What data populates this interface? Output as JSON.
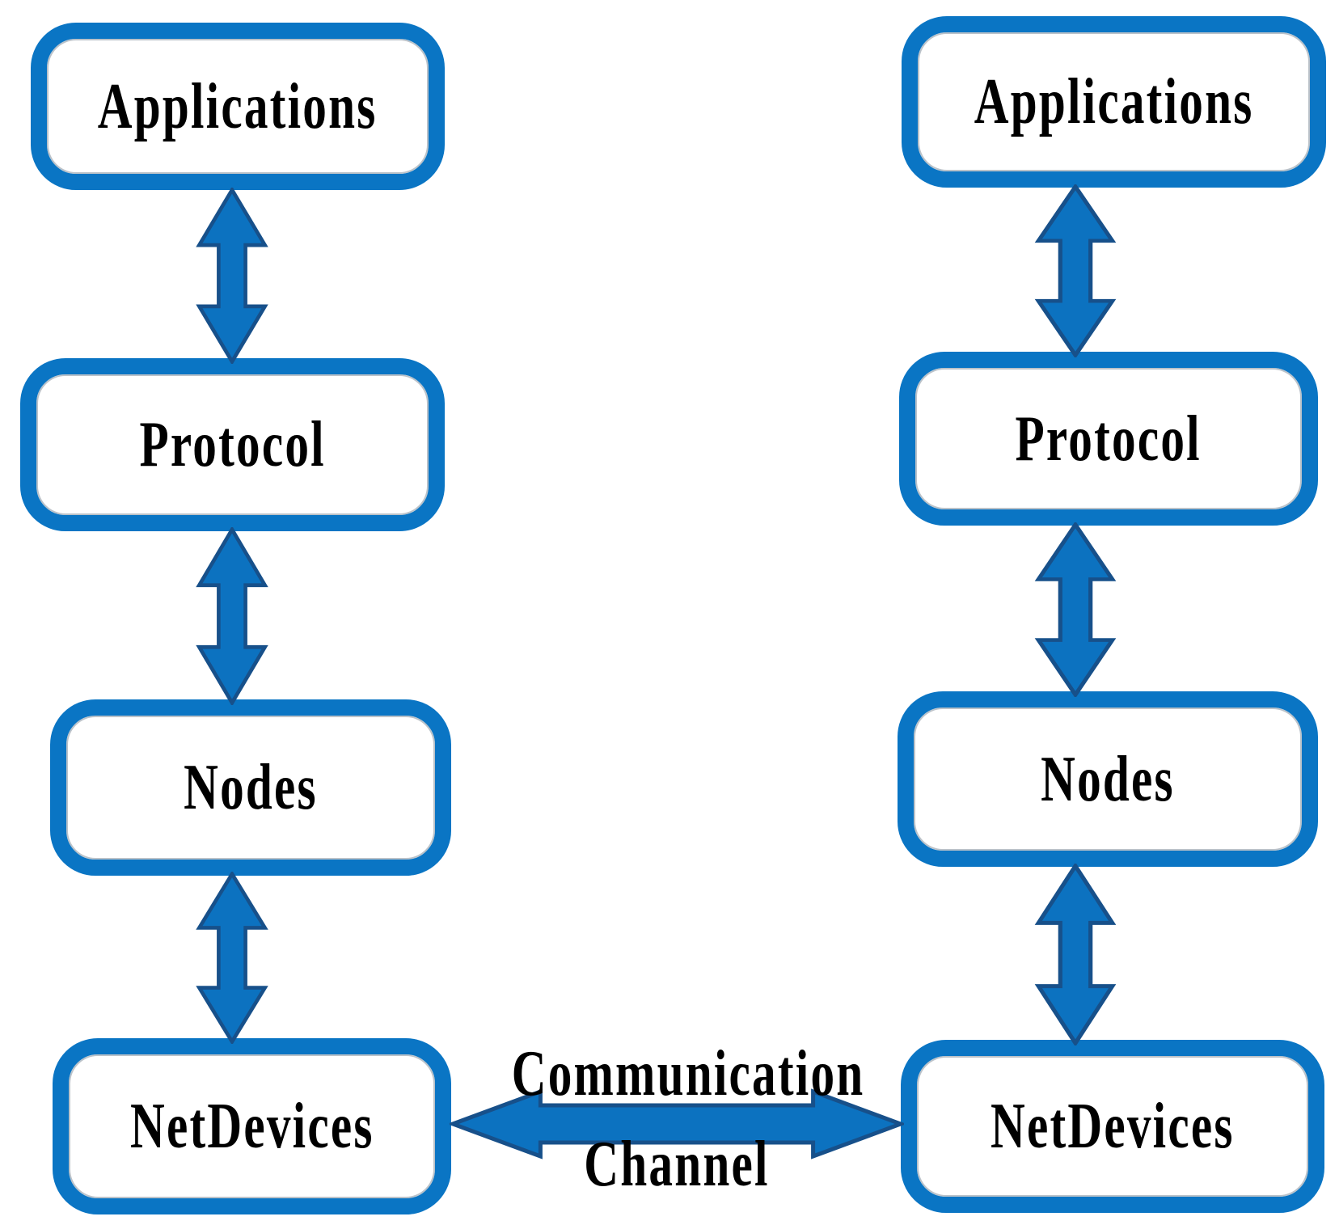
{
  "colors": {
    "background": "#ffffff",
    "box_border": "#0a75c4",
    "box_fill": "#ffffff",
    "arrow_fill": "#0c72c0",
    "arrow_outline": "#17508a",
    "text": "#000000"
  },
  "left_stack": [
    "Applications",
    "Protocol",
    "Nodes",
    "NetDevices"
  ],
  "right_stack": [
    "Applications",
    "Protocol",
    "Nodes",
    "NetDevices"
  ],
  "channel_label": {
    "line1": "Communication",
    "line2": "Channel"
  }
}
